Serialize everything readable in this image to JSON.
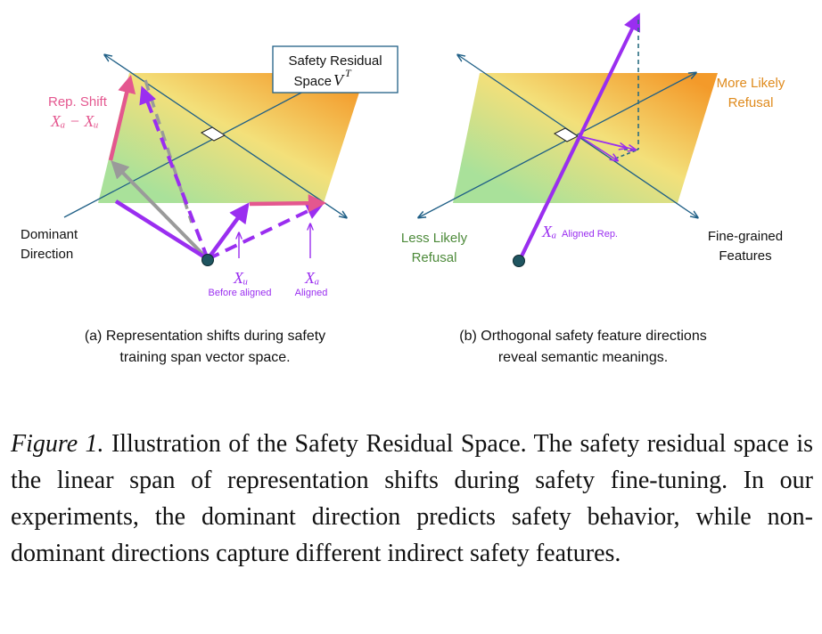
{
  "colors": {
    "plane_green": "#a9e19a",
    "plane_yellow": "#f3e07a",
    "plane_orange": "#f39a2a",
    "axis_blue": "#1f5f86",
    "shift_pink": "#e4578f",
    "vector_purple": "#9a2ef0",
    "gray_vector": "#9a9a9a",
    "less_likely_green": "#4d8a3a",
    "more_likely_orange": "#df8a1c",
    "point_teal": "#1f5560",
    "dashed_teal": "#2a6d80"
  },
  "panel_a": {
    "safety_box_line1": "Safety Residual",
    "safety_box_line2": "Space ",
    "safety_box_math": "V",
    "safety_box_sup": "T",
    "rep_shift_label": "Rep. Shift",
    "rep_shift_math": "Xₐ − Xᵤ",
    "dominant_line1": "Dominant",
    "dominant_line2": "Direction",
    "xu_math": "Xᵤ",
    "xu_note": "Before aligned",
    "xa_math": "Xₐ",
    "xa_note": "Aligned",
    "subcaption_line1": "(a) Representation shifts during safety",
    "subcaption_line2": "training span vector space."
  },
  "panel_b": {
    "more_likely_line1": "More Likely",
    "more_likely_line2": "Refusal",
    "less_likely_line1": "Less Likely",
    "less_likely_line2": "Refusal",
    "fine_grained_line1": "Fine-grained",
    "fine_grained_line2": "Features",
    "xa_math": "Xₐ",
    "xa_note": "Aligned Rep.",
    "subcaption_line1": "(b) Orthogonal safety feature directions",
    "subcaption_line2": "reveal semantic meanings."
  },
  "caption": {
    "label": "Figure 1.",
    "text": " Illustration of the Safety Residual Space.  The safety residual space is the linear span of representation shifts during safety fine-tuning.  In our experiments, the dominant direction predicts safety behavior, while non-dominant directions capture different indirect safety features."
  }
}
